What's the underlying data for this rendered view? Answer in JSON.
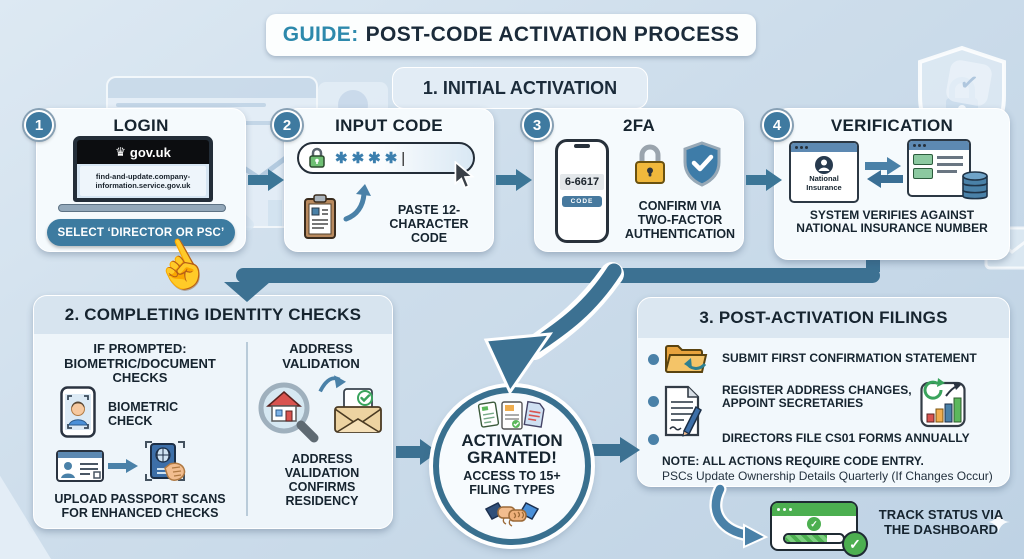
{
  "title": {
    "guide": "GUIDE:",
    "rest": "POST-CODE ACTIVATION PROCESS"
  },
  "icons": {
    "crown": "♛",
    "caret": "|",
    "check": "✓",
    "hand_pointer": "☝",
    "sparkle": "✦"
  },
  "section1": {
    "header": "1. INITIAL ACTIVATION",
    "steps": [
      {
        "num": "1",
        "title": "LOGIN",
        "brand": "gov.uk",
        "url_line1": "find-and-update.company-",
        "url_line2": "information.service.gov.uk",
        "button": "SELECT ‘DIRECTOR OR PSC’"
      },
      {
        "num": "2",
        "title": "INPUT CODE",
        "masked_code": "✱✱✱✱",
        "caption": "PASTE 12-CHARACTER CODE"
      },
      {
        "num": "3",
        "title": "2FA",
        "phone_code": "6-6617",
        "phone_button": "CODE",
        "caption": "CONFIRM VIA TWO-FACTOR AUTHENTICATION"
      },
      {
        "num": "4",
        "title": "VERIFICATION",
        "browser_label": "National Insurance",
        "caption": "SYSTEM VERIFIES AGAINST NATIONAL INSURANCE NUMBER"
      }
    ]
  },
  "section2": {
    "header": "2. COMPLETING IDENTITY CHECKS",
    "left": {
      "heading": "IF PROMPTED: BIOMETRIC/DOCUMENT CHECKS",
      "biometric_label": "BIOMETRIC CHECK",
      "upload_label": "UPLOAD PASSPORT SCANS FOR ENHANCED CHECKS"
    },
    "right": {
      "heading": "ADDRESS VALIDATION",
      "caption": "ADDRESS VALIDATION CONFIRMS RESIDENCY"
    }
  },
  "center": {
    "title": "ACTIVATION GRANTED!",
    "subtitle": "ACCESS TO 15+ FILING TYPES"
  },
  "section3": {
    "header": "3. POST-ACTIVATION FILINGS",
    "bullets": [
      "SUBMIT FIRST CONFIRMATION STATEMENT",
      "REGISTER ADDRESS CHANGES, APPOINT SECRETARIES",
      "DIRECTORS FILE CS01 FORMS ANNUALLY"
    ],
    "note_bold": "NOTE: ALL ACTIONS REQUIRE CODE ENTRY.",
    "note_regular": "PSCs Update Ownership Details Quarterly (If Changes Occur)"
  },
  "footer": {
    "track_label": "TRACK STATUS VIA THE DASHBOARD"
  },
  "colors": {
    "background": "#cddcea",
    "accent_blue": "#3c7192",
    "button_blue": "#3d7ba0",
    "title_teal": "#2d89ac",
    "ink": "#16242f",
    "success_green": "#4caf50",
    "lock_yellow": "#f0b83c",
    "lock_green": "#6fbf73"
  }
}
